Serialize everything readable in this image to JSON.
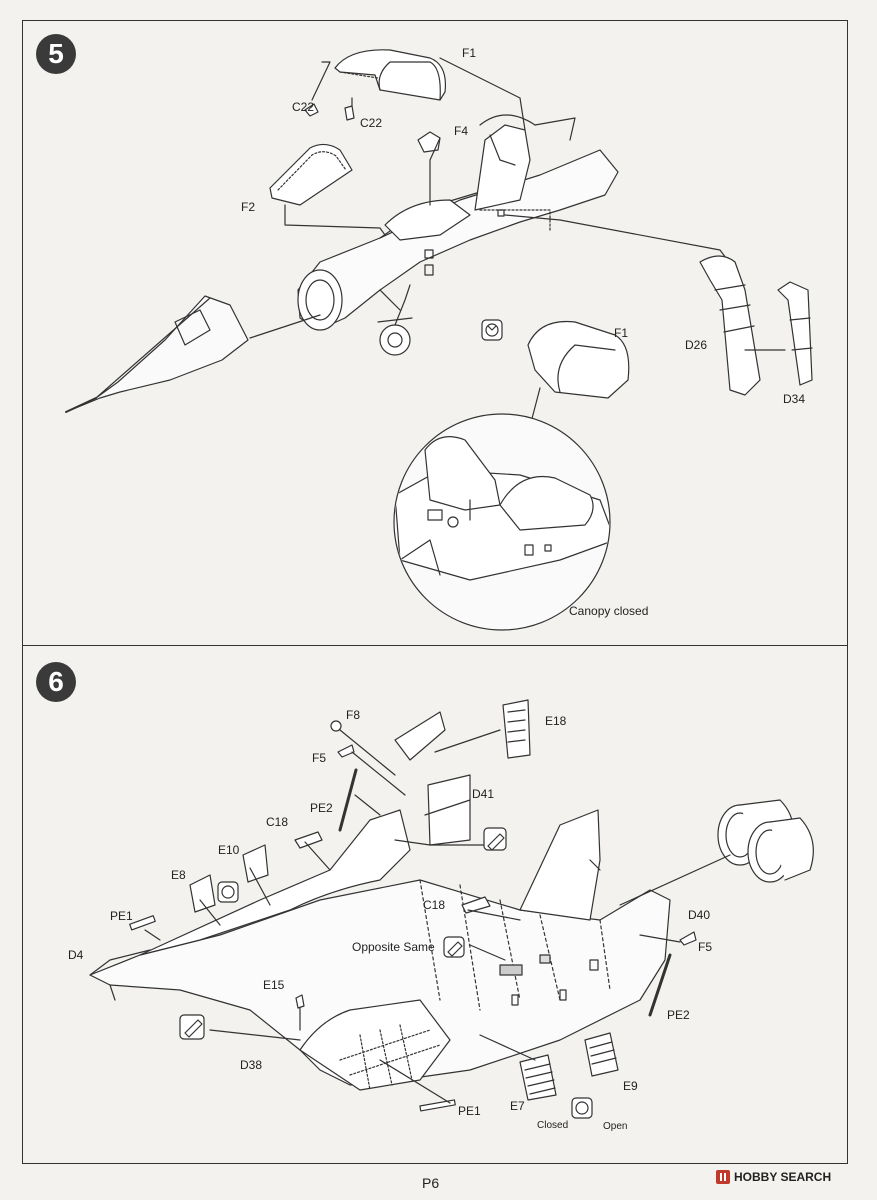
{
  "step5": {
    "number": "5",
    "labels": {
      "f1_top": "F1",
      "c22_left": "C22",
      "c22_right": "C22",
      "f4": "F4",
      "f2": "F2",
      "f1_closed": "F1",
      "d26": "D26",
      "d34": "D34"
    },
    "inset_caption": "Canopy closed"
  },
  "step6": {
    "number": "6",
    "labels": {
      "f8": "F8",
      "e18": "E18",
      "f5_top": "F5",
      "d41": "D41",
      "pe2_top": "PE2",
      "c18_left": "C18",
      "e10": "E10",
      "e8": "E8",
      "pe1_left": "PE1",
      "d4": "D4",
      "c18_mid": "C18",
      "opposite_same": "Opposite Same",
      "d40": "D40",
      "f5_right": "F5",
      "e15": "E15",
      "d38": "D38",
      "pe2_right": "PE2",
      "e7": "E7",
      "e9": "E9",
      "pe1_bottom": "PE1",
      "closed": "Closed",
      "open": "Open"
    }
  },
  "footer": {
    "page": "P6",
    "watermark": "HOBBY SEARCH"
  }
}
